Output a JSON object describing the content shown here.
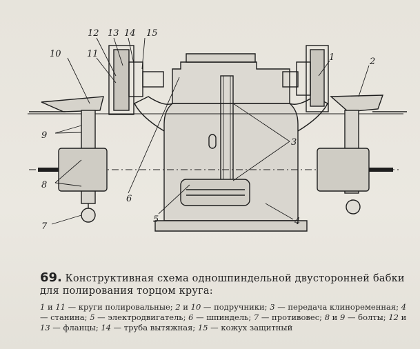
{
  "figure": {
    "number": "69.",
    "title": "Конструктивная схема одношпиндельной двусторонней бабки для полирования торцом круга:",
    "callouts": [
      "1",
      "2",
      "3",
      "4",
      "5",
      "6",
      "7",
      "8",
      "9",
      "10",
      "11",
      "12",
      "13",
      "14",
      "15"
    ],
    "legend": [
      {
        "num": "1",
        "sep": " и ",
        "num2": "11",
        "text": " — круги полировальные; "
      },
      {
        "num": "2",
        "sep": " и ",
        "num2": "10",
        "text": " — подручники; "
      },
      {
        "num": "3",
        "sep": "",
        "num2": "",
        "text": " — передача клиноременная; "
      },
      {
        "num": "4",
        "sep": "",
        "num2": "",
        "text": " — станина; "
      },
      {
        "num": "5",
        "sep": "",
        "num2": "",
        "text": " — электродвигатель; "
      },
      {
        "num": "6",
        "sep": "",
        "num2": "",
        "text": " — шпиндель; "
      },
      {
        "num": "7",
        "sep": "",
        "num2": "",
        "text": " — противовес; "
      },
      {
        "num": "8",
        "sep": " и ",
        "num2": "9",
        "text": " — болты; "
      },
      {
        "num": "12",
        "sep": " и ",
        "num2": "13",
        "text": " — фланцы; "
      },
      {
        "num": "14",
        "sep": "",
        "num2": "",
        "text": " — труба вытяжная; "
      },
      {
        "num": "15",
        "sep": "",
        "num2": "",
        "text": " — кожух защитный"
      }
    ]
  },
  "colors": {
    "ink": "#1e1e1e",
    "paper": "#e9e6df"
  }
}
